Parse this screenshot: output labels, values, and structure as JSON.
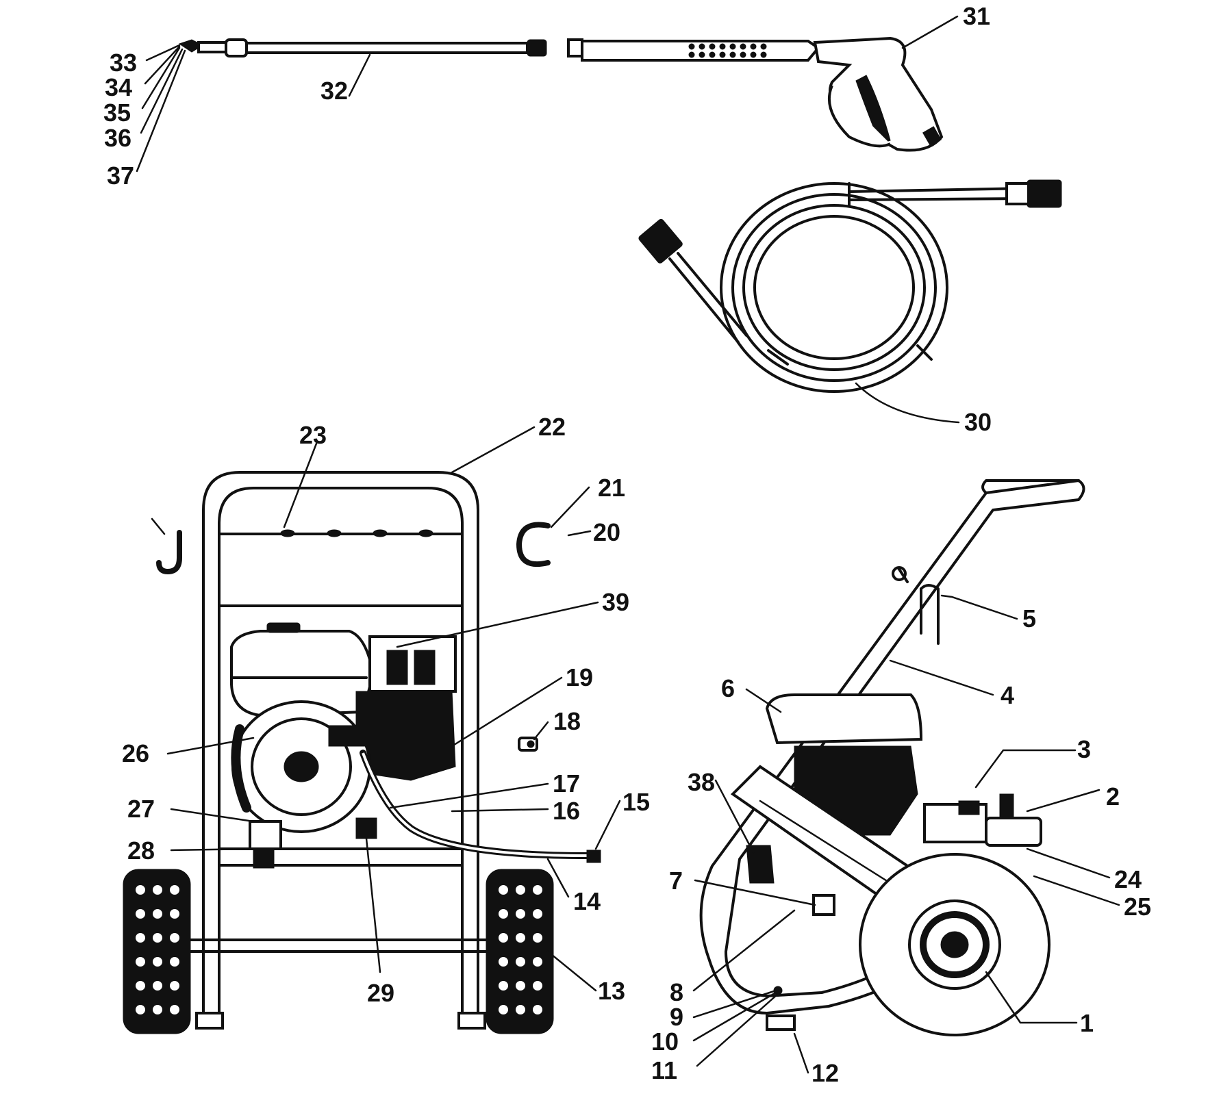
{
  "diagram": {
    "labels": {
      "p1": "1",
      "p2": "2",
      "p3": "3",
      "p4": "4",
      "p5": "5",
      "p6": "6",
      "p7": "7",
      "p8": "8",
      "p9": "9",
      "p10": "10",
      "p11": "11",
      "p12": "12",
      "p13": "13",
      "p14": "14",
      "p15": "15",
      "p16": "16",
      "p17": "17",
      "p18": "18",
      "p19": "19",
      "p20": "20",
      "p21": "21",
      "p22": "22",
      "p23": "23",
      "p24": "24",
      "p25": "25",
      "p26": "26",
      "p27": "27",
      "p28": "28",
      "p29": "29",
      "p30": "30",
      "p31": "31",
      "p32": "32",
      "p33": "33",
      "p34": "34",
      "p35": "35",
      "p36": "36",
      "p37": "37",
      "p38": "38",
      "p39": "39"
    },
    "colors": {
      "ink": "#111111",
      "paper": "#ffffff"
    }
  }
}
